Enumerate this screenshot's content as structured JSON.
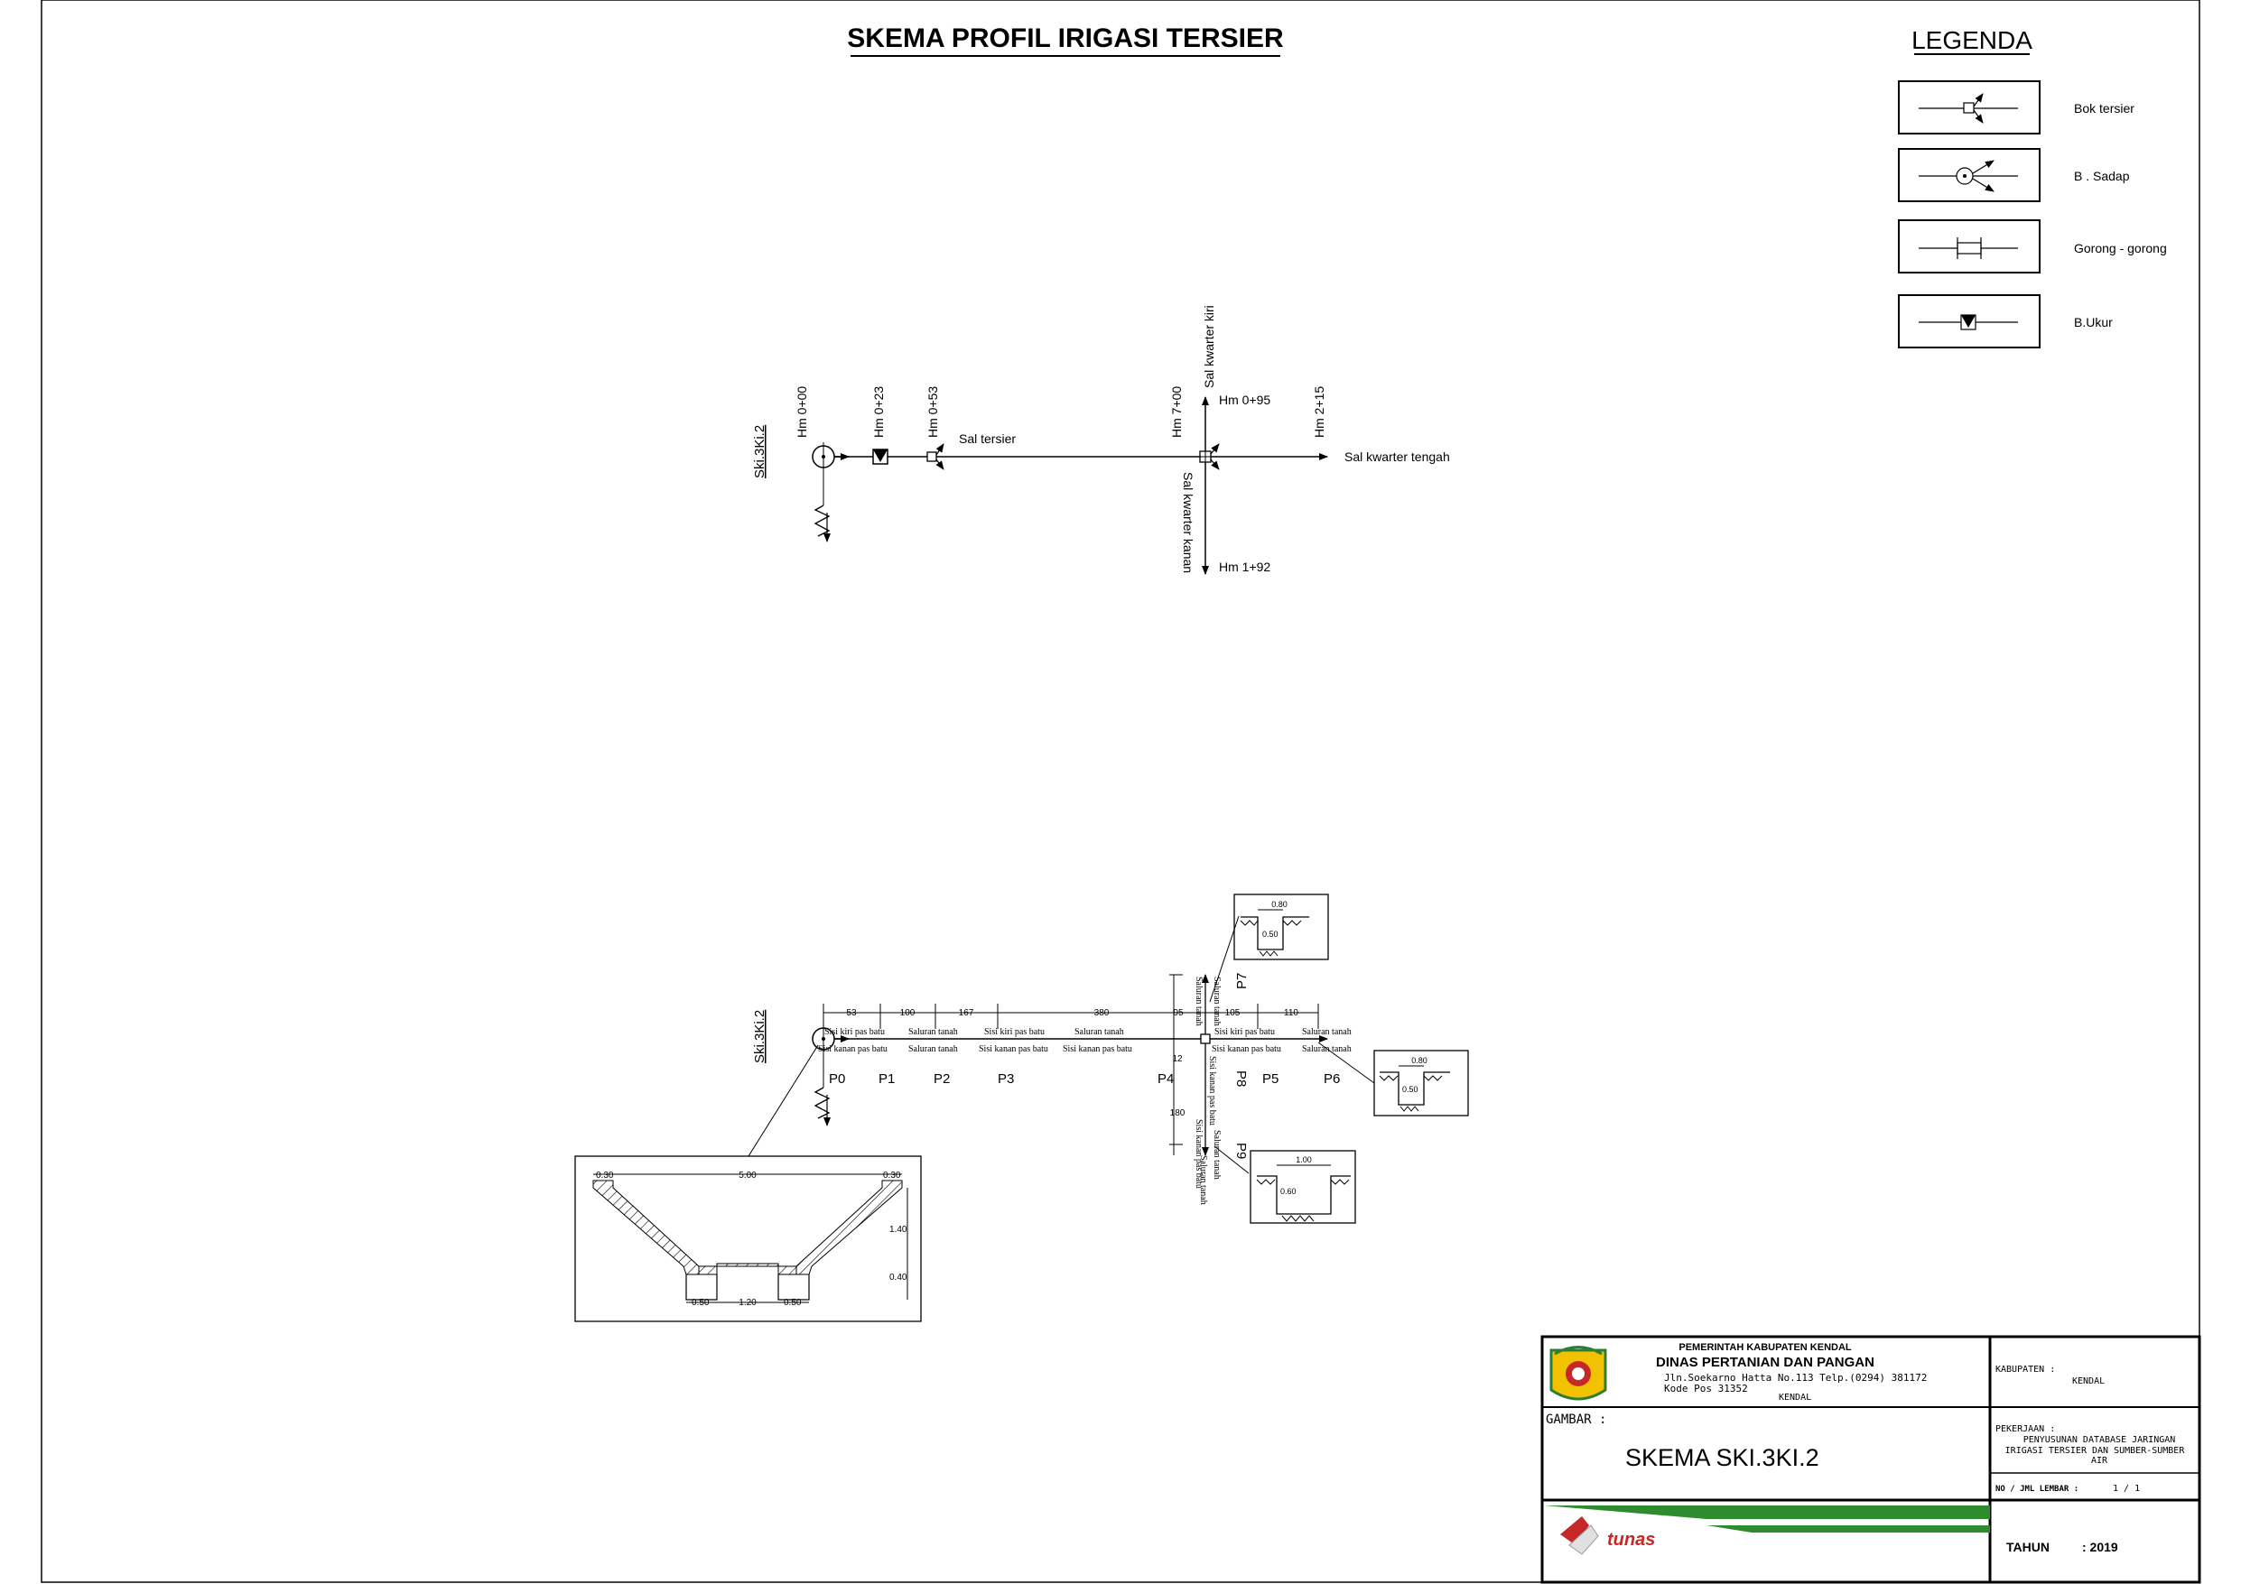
{
  "title": "SKEMA PROFIL IRIGASI TERSIER",
  "legend": {
    "title": "LEGENDA",
    "items": [
      {
        "label": "Bok tersier",
        "icon": "bok-tersier-symbol"
      },
      {
        "label": "B . Sadap",
        "icon": "bangunan-sadap-symbol"
      },
      {
        "label": "Gorong - gorong",
        "icon": "gorong-gorong-symbol"
      },
      {
        "label": "B.Ukur",
        "icon": "bangunan-ukur-symbol"
      }
    ]
  },
  "schema": {
    "source_label": "Ski.3Ki.2",
    "stations": [
      "Hm 0+00",
      "Hm 0+23",
      "Hm 0+53",
      "Hm 7+00",
      "Hm 2+15"
    ],
    "sal_tersier": "Sal tersier",
    "sal_kwarter_kiri": "Sal kwarter kiri",
    "sal_kwarter_kiri_end": "Hm 0+95",
    "sal_kwarter_tengah": "Sal kwarter tengah",
    "sal_kwarter_kanan": "Sal kwarter kanan",
    "sal_kwarter_kanan_end": "Hm 1+92"
  },
  "profile": {
    "source_label": "Ski.3Ki.2",
    "points": [
      "P0",
      "P1",
      "P2",
      "P3",
      "P4",
      "P5",
      "P6",
      "P7",
      "P8",
      "P9"
    ],
    "distances": [
      "53",
      "100",
      "167",
      "380",
      "95",
      "105",
      "110",
      "12",
      "180"
    ],
    "segments": {
      "s1_top": "Sisi kiri pas batu",
      "s1_bot": "Sisi kanan pas batu",
      "s2_top": "Saluran tanah",
      "s2_bot": "Saluran tanah",
      "s3_top": "Sisi kiri pas batu",
      "s3_bot": "Sisi kanan pas batu",
      "s4_top": "Saluran tanah",
      "s4_bot": "Sisi kanan pas batu",
      "s5_top": "Sisi kiri pas batu",
      "s5_bot": "Sisi kanan pas batu",
      "s6_top": "Saluran tanah",
      "s6_bot": "Saluran tanah",
      "v1_a": "Saluran tanah",
      "v1_b": "Saluran tanah",
      "v2_a": "Sisi kanan pas batu",
      "v2_b": "Sisi kanan pas batu",
      "v3_a": "Saluran tanah",
      "v3_b": "Saluran tanah"
    },
    "section_p7": {
      "top": "0.80",
      "depth": "0.50"
    },
    "section_p6": {
      "top": "0.80",
      "depth": "0.50"
    },
    "section_p9": {
      "top": "1.00",
      "depth": "0.60"
    },
    "section_large": {
      "top_width": "5.00",
      "left_berm": "0.30",
      "right_berm": "0.30",
      "slope_height": "1.40",
      "base_height": "0.40",
      "base_left": "0.50",
      "base_width": "1.20",
      "base_right": "0.50"
    }
  },
  "title_block": {
    "org1": "PEMERINTAH KABUPATEN KENDAL",
    "org2": "DINAS PERTANIAN DAN PANGAN",
    "addr1": "Jln.Soekarno Hatta No.113 Telp.(0294) 381172",
    "addr2": "Kode Pos 31352",
    "city": "KENDAL",
    "kabupaten_label": "KABUPATEN :",
    "kabupaten_value": "KENDAL",
    "gambar_label": "GAMBAR :",
    "gambar_value": "SKEMA SKI.3KI.2",
    "pekerjaan_label": "PEKERJAAN :",
    "pekerjaan_line1": "PENYUSUNAN DATABASE JARINGAN",
    "pekerjaan_line2": "IRIGASI TERSIER DAN SUMBER-SUMBER",
    "pekerjaan_line3": "AIR",
    "lembar_label": "NO / JML LEMBAR :",
    "lembar_value": "1 / 1",
    "tahun_label": "TAHUN",
    "tahun_value": ": 2019",
    "logo_text": "tunas"
  }
}
